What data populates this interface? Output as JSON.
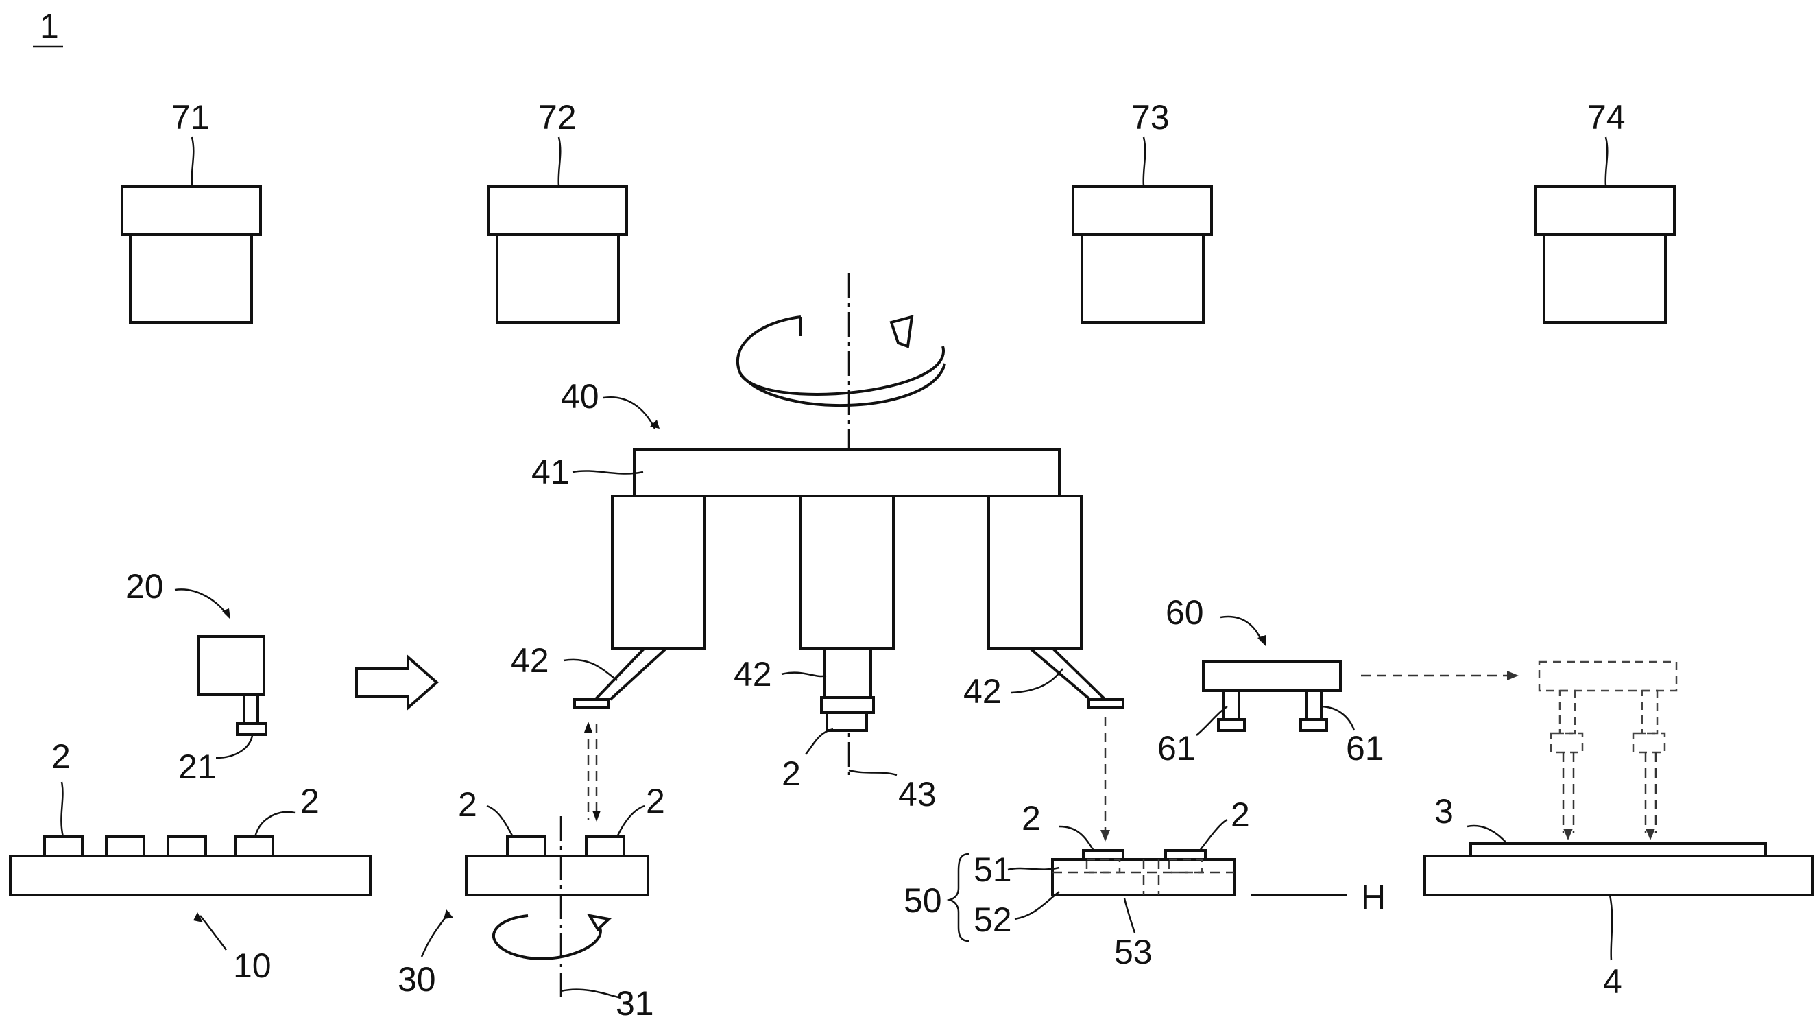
{
  "figure": {
    "figure_ref": "1",
    "labels": {
      "l71": "71",
      "l72": "72",
      "l73": "73",
      "l74": "74",
      "l40": "40",
      "l41": "41",
      "l20": "20",
      "l21": "21",
      "l42a": "42",
      "l42b": "42",
      "l42c": "42",
      "l60": "60",
      "l61a": "61",
      "l61b": "61",
      "l2a": "2",
      "l2b": "2",
      "l2c": "2",
      "l2d": "2",
      "l2e": "2",
      "l2f": "2",
      "l2g": "2",
      "l43": "43",
      "l3": "3",
      "l10": "10",
      "l30": "30",
      "l31": "31",
      "l50": "50",
      "l51": "51",
      "l52": "52",
      "l53": "53",
      "lH": "H",
      "l4": "4"
    }
  }
}
